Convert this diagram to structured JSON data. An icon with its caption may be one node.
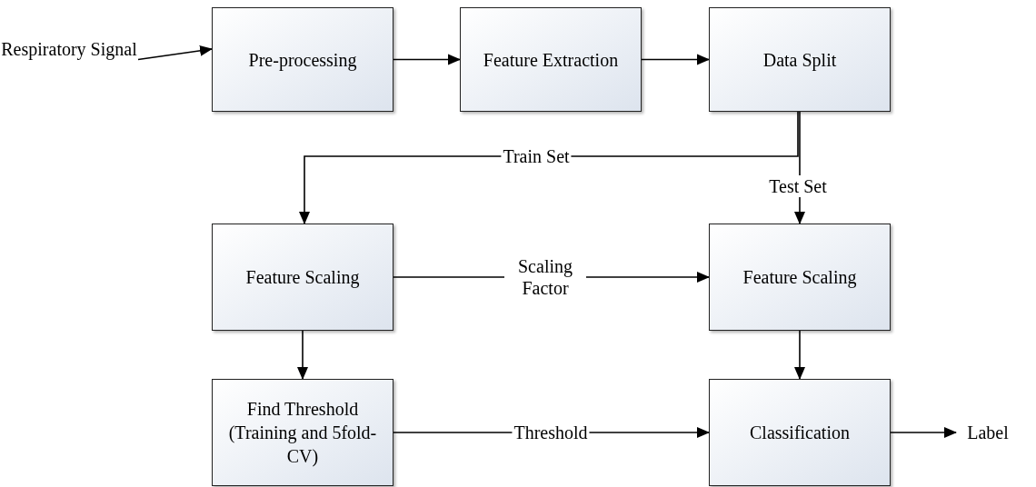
{
  "diagram": {
    "nodes": [
      {
        "text": [
          "Respiratory Signal"
        ]
      },
      {
        "text": [
          "Pre-processing"
        ]
      },
      {
        "text": [
          "Feature Extraction"
        ]
      },
      {
        "text": [
          "Data Split"
        ]
      },
      {
        "text": [
          "Feature Scaling"
        ]
      },
      {
        "text": [
          "Feature Scaling"
        ]
      },
      {
        "text": [
          "Find Threshold (Training and 5fold-CV)"
        ]
      },
      {
        "text": [
          "Classification"
        ]
      },
      {
        "text": [
          "Label"
        ]
      }
    ],
    "edges": [
      {
        "from": 0,
        "to": 1,
        "arrow": "to"
      },
      {
        "from": 1,
        "to": 2,
        "arrow": "to"
      },
      {
        "from": 2,
        "to": 3,
        "arrow": "to"
      },
      {
        "from": 3,
        "to": 4,
        "arrow": "to",
        "label": "Train Set"
      },
      {
        "from": 3,
        "to": 5,
        "arrow": "to",
        "label": "Test Set"
      },
      {
        "from": 4,
        "to": 5,
        "arrow": "to",
        "label": "Scaling Factor"
      },
      {
        "from": 4,
        "to": 6,
        "arrow": "to"
      },
      {
        "from": 5,
        "to": 7,
        "arrow": "to"
      },
      {
        "from": 6,
        "to": 7,
        "arrow": "to",
        "label": "Threshold"
      },
      {
        "from": 7,
        "to": 8,
        "arrow": "to"
      }
    ]
  }
}
